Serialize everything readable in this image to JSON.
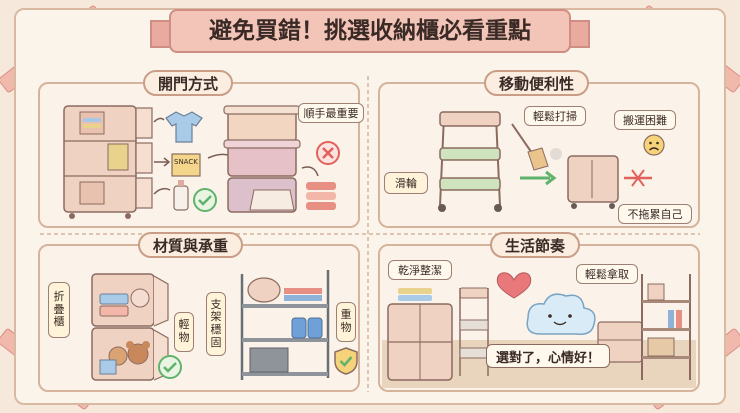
{
  "title": "避免買錯！挑選收納櫃必看重點",
  "colors": {
    "background": "#f6e9dc",
    "board": "#fbf4ea",
    "ribbon": "#f1b8ac",
    "panel_border": "#d6b39b",
    "cabinet_pink": "#f0d2c2",
    "check_green": "#5fb36a",
    "cross_red": "#e2615a"
  },
  "panels": {
    "door": {
      "title": "開門方式",
      "callout": "順手最重要",
      "box_label": "SNACK"
    },
    "mobility": {
      "title": "移動便利性",
      "label_clean": "輕鬆打掃",
      "label_wheels": "滑輪",
      "label_hard": "搬運困難",
      "label_drag": "不拖累自己"
    },
    "material": {
      "title": "材質與承重",
      "label_fold": [
        "折",
        "疊",
        "櫃"
      ],
      "label_light": [
        "輕",
        "物"
      ],
      "label_sturdy": [
        "支",
        "架",
        "穩",
        "固"
      ],
      "label_heavy": [
        "重",
        "物"
      ]
    },
    "life": {
      "title": "生活節奏",
      "label_tidy": "乾淨整潔",
      "label_easy": "輕鬆拿取",
      "slogan": "選對了，心情好！"
    }
  },
  "icons": [
    "check-icon",
    "cross-icon",
    "heart-icon",
    "shield-check-icon",
    "sad-face-icon",
    "broom-icon",
    "arrow-icon"
  ]
}
